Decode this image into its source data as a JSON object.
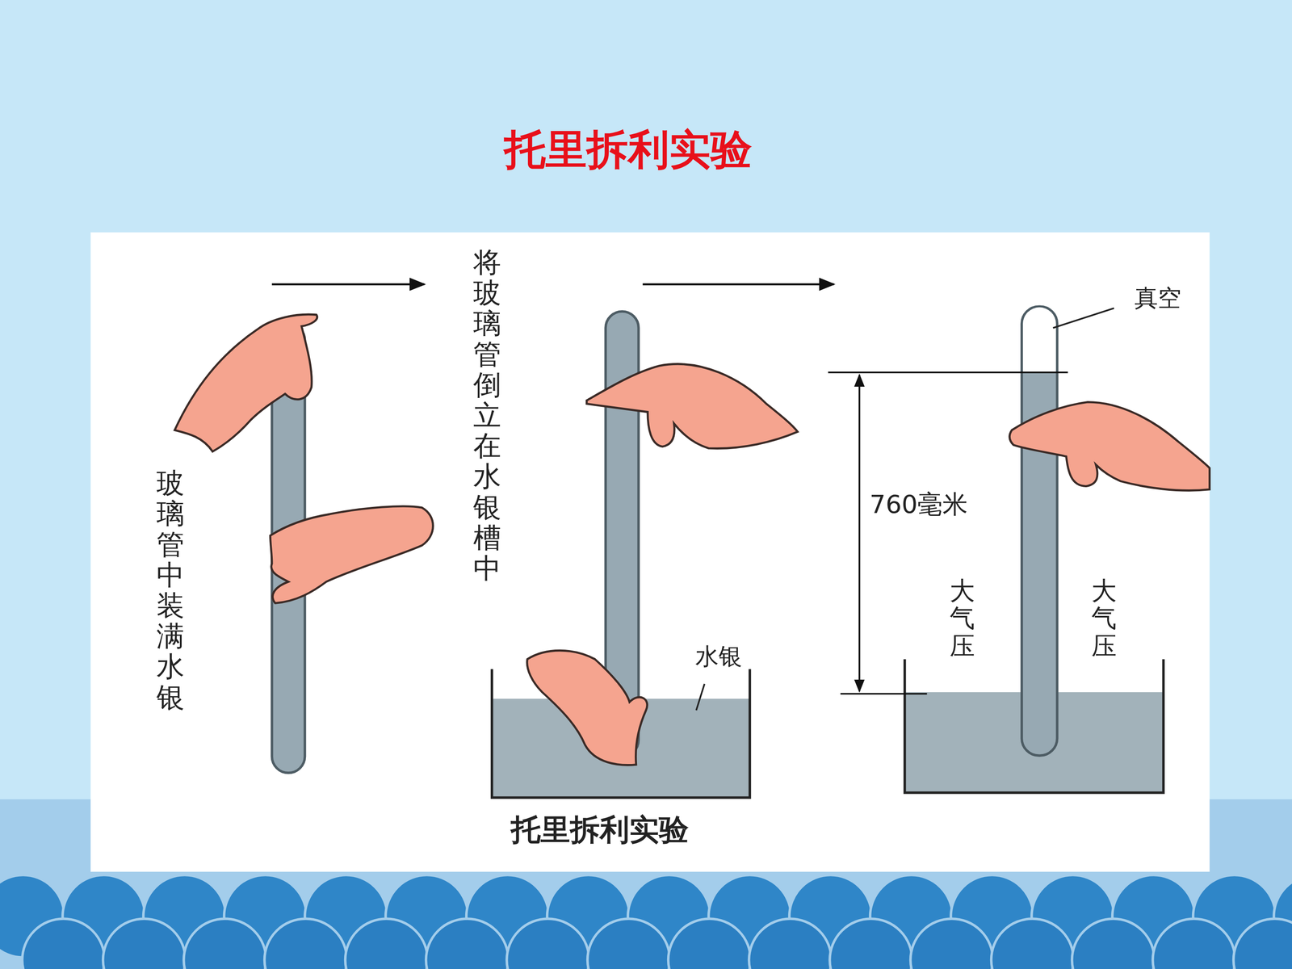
{
  "diagram": {
    "title": "托里拆利实验",
    "caption": "托里拆利实验",
    "labels": [
      "玻璃管中装满水银",
      "将玻璃管倒立在水银槽中",
      "真空",
      "760毫米",
      "水银",
      "大气压",
      "大气压"
    ]
  }
}
